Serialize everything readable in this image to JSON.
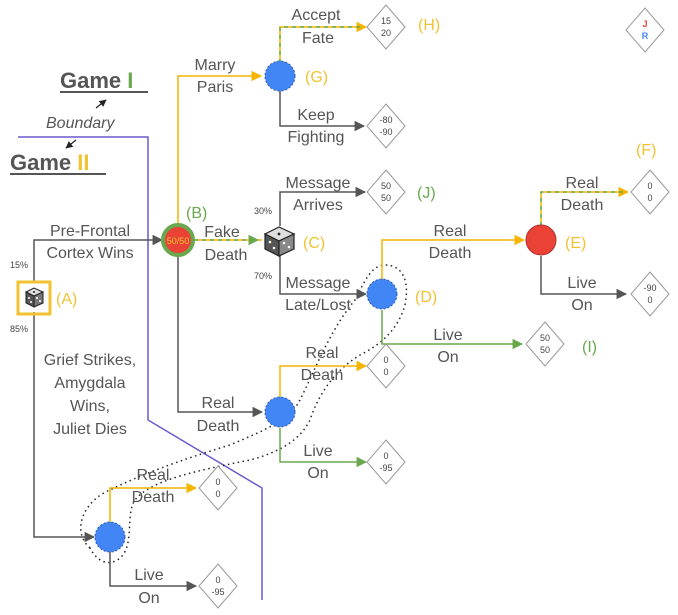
{
  "titles": {
    "game1_word": "Game",
    "game1_numeral": "I",
    "game2_word": "Game",
    "game2_numeral": "II",
    "boundary": "Boundary"
  },
  "colors": {
    "game1_accent": "#6aa84f",
    "game2_accent": "#f1c232",
    "boundary_line": "#6a5acd",
    "decision_node": "#4285f4",
    "chance_red": "#ea4335",
    "orange_edge": "#f4b400",
    "green_edge": "#6aa84f",
    "gray_edge": "#555555"
  },
  "node_tags": {
    "A": "(A)",
    "B": "(B)",
    "C": "(C)",
    "D": "(D)",
    "E": "(E)",
    "F": "(F)",
    "G": "(G)",
    "H": "(H)",
    "I": "(I)",
    "J": "(J)"
  },
  "chance_B_label": "50/50",
  "probabilities": {
    "A_top": "15%",
    "A_bottom": "85%",
    "C_top": "30%",
    "C_bottom": "70%"
  },
  "edge_labels": {
    "pre_frontal_1": "Pre-Frontal",
    "pre_frontal_2": "Cortex Wins",
    "grief_1": "Grief Strikes,",
    "grief_2": "Amygdala",
    "grief_3": "Wins,",
    "grief_4": "Juliet Dies",
    "marry_1": "Marry",
    "marry_2": "Paris",
    "accept_1": "Accept",
    "accept_2": "Fate",
    "keep_1": "Keep",
    "keep_2": "Fighting",
    "fake_1": "Fake",
    "fake_2": "Death",
    "msg_arr_1": "Message",
    "msg_arr_2": "Arrives",
    "msg_late_1": "Message",
    "msg_late_2": "Late/Lost",
    "real_E_1": "Real",
    "real_E_2": "Death",
    "real_F_1": "Real",
    "real_F_2": "Death",
    "live_E_1": "Live",
    "live_E_2": "On",
    "live_D_1": "Live",
    "live_D_2": "On",
    "real_D_1": "Real",
    "real_D_2": "Death",
    "real_B_1": "Real",
    "real_B_2": "Death",
    "live_B_1": "Live",
    "live_B_2": "On",
    "real_low_1": "Real",
    "real_low_2": "Death",
    "live_low_1": "Live",
    "live_low_2": "On"
  },
  "legend": {
    "top": "J",
    "bottom": "R"
  },
  "payoffs": {
    "H": [
      "15",
      "20"
    ],
    "keep": [
      "-80",
      "-90"
    ],
    "J": [
      "50",
      "50"
    ],
    "F": [
      "0",
      "0"
    ],
    "E_live": [
      "-90",
      "0"
    ],
    "I": [
      "50",
      "50"
    ],
    "D_real": [
      "0",
      "0"
    ],
    "B_live": [
      "0",
      "-95"
    ],
    "low_real": [
      "0",
      "0"
    ],
    "low_live": [
      "0",
      "-95"
    ]
  }
}
